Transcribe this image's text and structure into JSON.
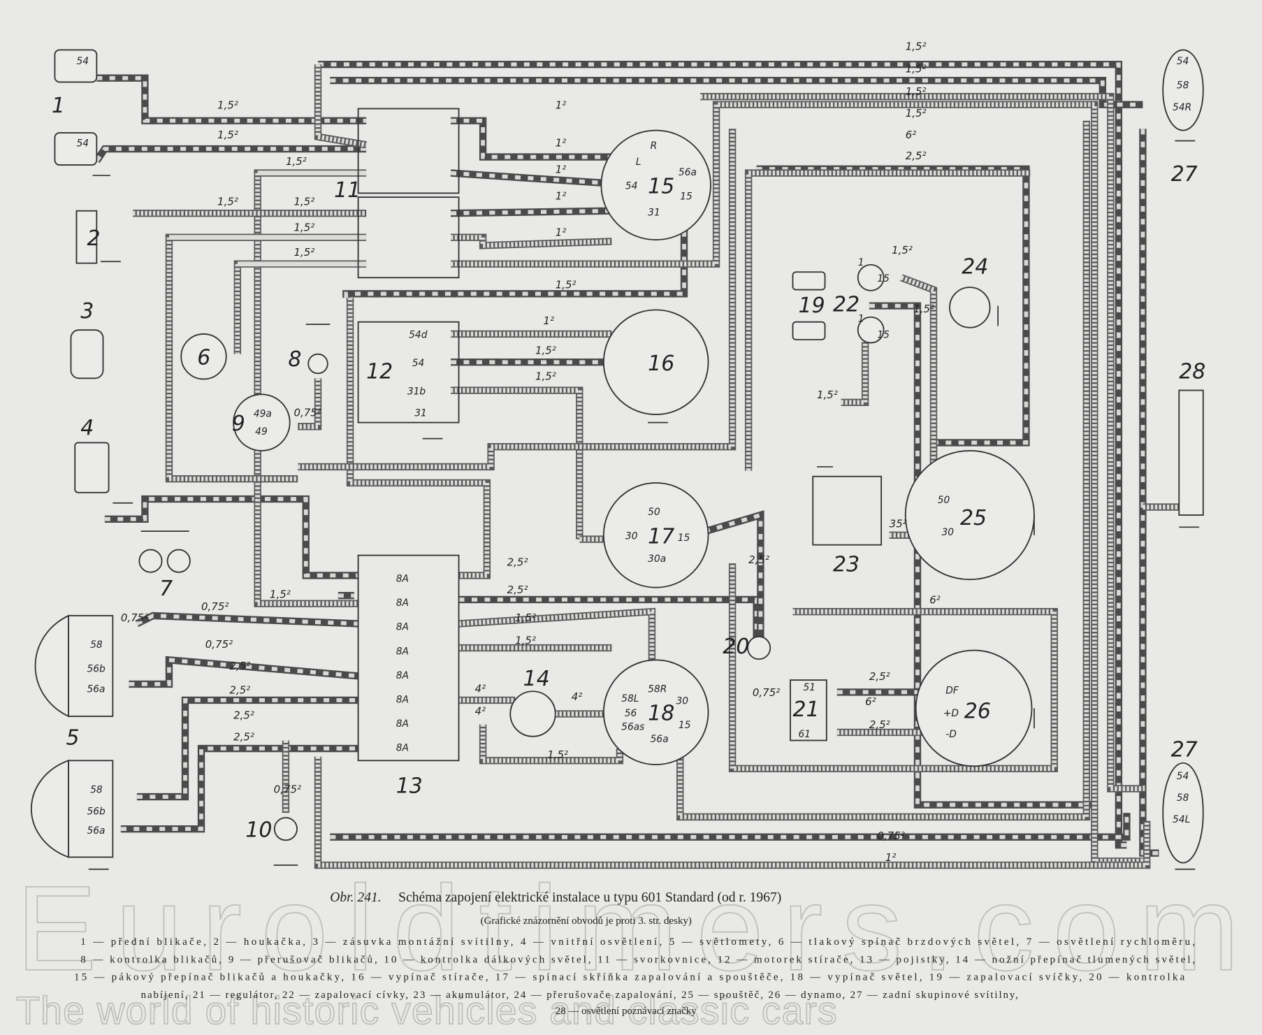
{
  "components": {
    "c1": "1",
    "c2": "2",
    "c3": "3",
    "c4": "4",
    "c5": "5",
    "c6": "6",
    "c7": "7",
    "c8": "8",
    "c9": "9",
    "c10": "10",
    "c11": "11",
    "c12": "12",
    "c13": "13",
    "c14": "14",
    "c15": "15",
    "c16": "16",
    "c17": "17",
    "c18": "18",
    "c19": "19",
    "c20": "20",
    "c21": "21",
    "c22": "22",
    "c23": "23",
    "c24": "24",
    "c25": "25",
    "c26": "26",
    "c27a": "27",
    "c27b": "27",
    "c28": "28"
  },
  "terminals": {
    "lamp1_top": "54",
    "lamp1_bot": "54",
    "hl1": [
      "58",
      "56b",
      "56a"
    ],
    "hl2": [
      "58",
      "56b",
      "56a"
    ],
    "sw15": [
      "L",
      "R",
      "54",
      "31",
      "56a",
      "15"
    ],
    "wiper12": [
      "54d",
      "54",
      "31b",
      "31"
    ],
    "flasher9": [
      "49a",
      "49"
    ],
    "ign17": [
      "50",
      "30",
      "15",
      "30a"
    ],
    "light18": [
      "58L",
      "56",
      "56as",
      "58R",
      "30",
      "15",
      "56a"
    ],
    "coil22": [
      "1",
      "15",
      "1",
      "15"
    ],
    "starter25": [
      "50",
      "30"
    ],
    "reg21": [
      "51",
      "61"
    ],
    "dyn26": [
      "DF",
      "+D",
      "-D"
    ],
    "tail_top": [
      "54",
      "58",
      "54R"
    ],
    "tail_bot": [
      "54",
      "58",
      "54L"
    ],
    "fuse": "8A"
  },
  "gauges": [
    "1,5²",
    "1,5²",
    "1,5²",
    "1,5²",
    "1,5²",
    "6²",
    "2,5²",
    "1,5²",
    "1,5²",
    "1,5²",
    "1,5²",
    "1,5²",
    "1,5²",
    "1²",
    "1²",
    "1²",
    "1²",
    "1²",
    "1,5²",
    "1²",
    "1,5²",
    "1,5²",
    "0,75²",
    "0,75²",
    "0,75²",
    "0,75²",
    "1,5²",
    "2,5²",
    "2,5²",
    "2,5²",
    "2,5²",
    "2,5²",
    "2,5²",
    "1,5²",
    "4²",
    "4²",
    "4²",
    "1,5²",
    "1,5²",
    "2,5²",
    "35²",
    "6²",
    "0,75²",
    "2,5²",
    "6²",
    "2,5²",
    "1,5²",
    "1,5²",
    "1,5²",
    "0,75²",
    "1²",
    "0,75²"
  ],
  "caption": {
    "figure": "Obr. 241.",
    "title": "Schéma zapojení elektrické instalace u typu 601 Standard (od r. 1967)",
    "subtitle": "(Grafické znázornění obvodů je proti 3. str. desky)",
    "legend_lines": [
      "1 — přední blikače,   2 — houkačka,   3 — zásuvka montážní svítilny,   4 — vnitřní osvětlení,   5 — světlomety,   6 — tlakový spínač brzdových světel,   7 — osvětlení rychloměru,",
      "8 — kontrolka blikačů,  9 — přerušovač blikačů,  10 — kontrolka dálkových světel,  11 — svorkovnice,  12 — motorek stírače,  13 — pojistky,  14 — nožní přepínač tlumených světel,",
      "15 — pákový přepínač blikačů a houkačky,  16 — vypínač stírače,   17 — spínací skříňka zapalování a spouštěče,   18 — vypínač světel,   19 — zapalovací svíčky,   20 — kontrolka",
      "nabíjení,  21 — regulátor,  22 — zapalovací cívky,  23 — akumulátor,  24 — přerušovače zapalování,  25 — spouštěč,  26 — dynamo,  27 — zadní skupinové svítilny,",
      "28 — osvětlení poznávací značky"
    ]
  },
  "watermark": {
    "brand": "Euroldtimers.com",
    "tagline": "The world of historic vehicles and classic cars"
  }
}
